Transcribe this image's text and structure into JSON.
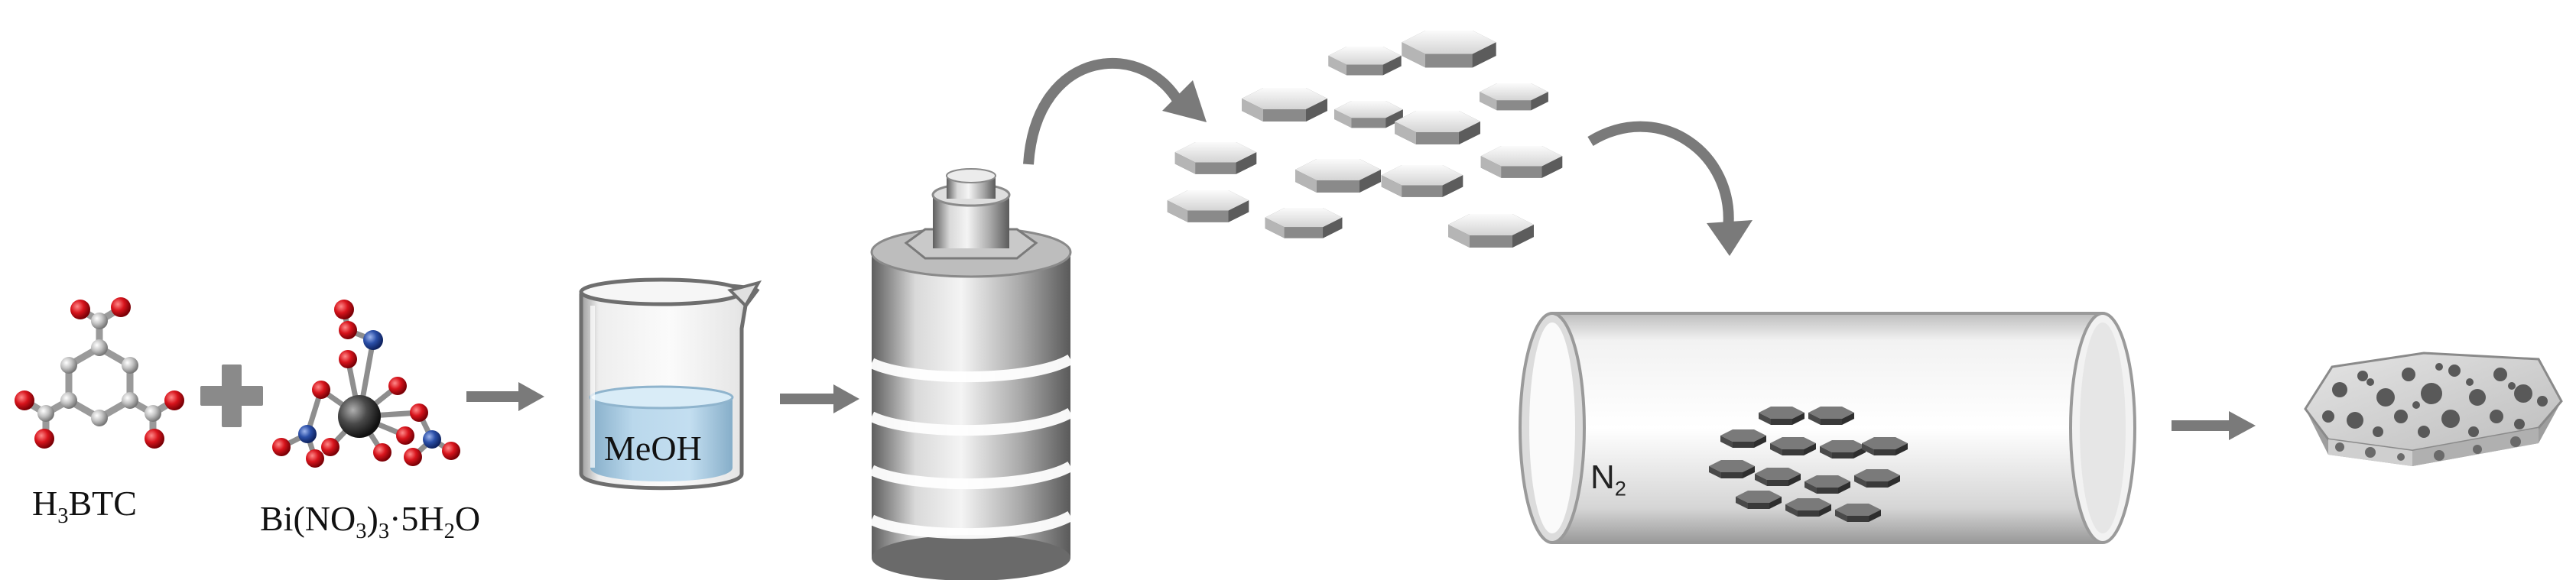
{
  "labels": {
    "ligand": {
      "base": "H",
      "sub1": "3",
      "rest": "BTC"
    },
    "metal_salt": {
      "p1": "Bi(NO",
      "s1": "3",
      "p2": ")",
      "s2": "3",
      "p3": "·5H",
      "s3": "2",
      "p4": "O"
    },
    "solvent": "MeOH",
    "gas": {
      "base": "N",
      "sub": "2"
    }
  },
  "colors": {
    "oxygen": "#d8141c",
    "nitrogen": "#2b4fa8",
    "carbon": "#b8b8b8",
    "bismuth": "#4a4a4a",
    "arrow": "#7a7a7a",
    "solution": "#a9cde6",
    "plate_top": "#e6e6e6",
    "dark_plate": "#5a5a5a"
  },
  "icons": [
    "plus-icon",
    "arrow-icon",
    "curved-arrow-icon",
    "beaker-icon",
    "autoclave-icon",
    "tube-furnace-icon",
    "porous-hexagon-icon"
  ]
}
